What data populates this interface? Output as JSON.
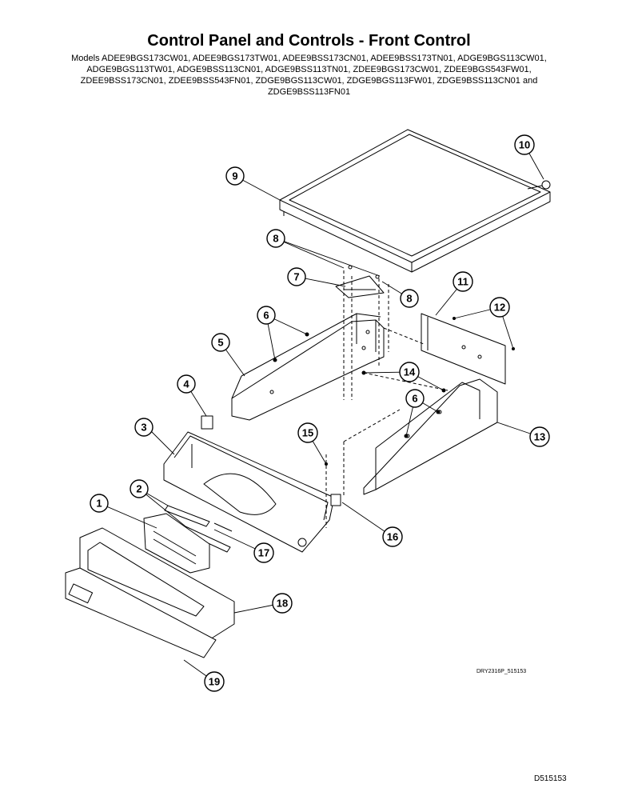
{
  "title": "Control Panel and Controls - Front Control",
  "models_lines": [
    "Models ADEE9BGS173CW01, ADEE9BGS173TW01, ADEE9BSS173CN01, ADEE9BSS173TN01, ADGE9BGS113CW01,",
    "ADGE9BGS113TW01, ADGE9BSS113CN01, ADGE9BSS113TN01, ZDEE9BGS173CW01, ZDEE9BGS543FW01,",
    "ZDEE9BSS173CN01, ZDEE9BSS543FN01, ZDGE9BGS113CW01, ZDGE9BGS113FW01, ZDGE9BSS113CN01 and",
    "ZDGE9BSS113FN01"
  ],
  "callouts": [
    "1",
    "2",
    "3",
    "4",
    "5",
    "6",
    "6",
    "7",
    "8",
    "8",
    "9",
    "10",
    "11",
    "12",
    "13",
    "14",
    "15",
    "16",
    "17",
    "18",
    "19"
  ],
  "drawing_code": "DRY2316P_515153",
  "doc_number": "D515153"
}
